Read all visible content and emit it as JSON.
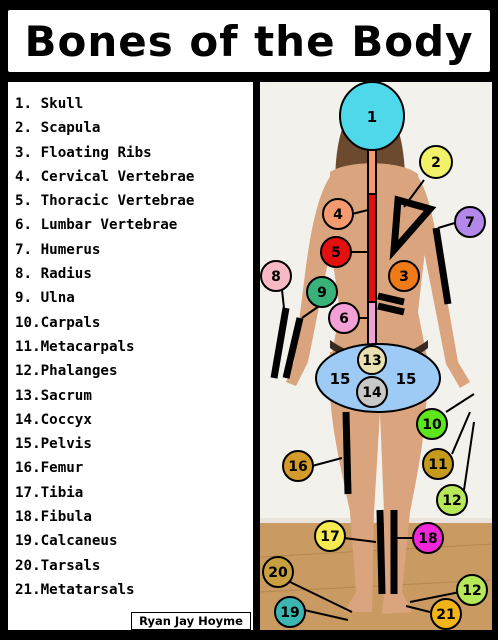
{
  "title": "Bones of the Body",
  "bones": [
    "1. Skull",
    "2. Scapula",
    "3. Floating Ribs",
    "4. Cervical Vertebrae",
    "5. Thoracic Vertebrae",
    "6. Lumbar Vertebrae",
    "7. Humerus",
    "8. Radius",
    "9. Ulna",
    "10.Carpals",
    "11.Metacarpals",
    "12.Phalanges",
    "13.Sacrum",
    "14.Coccyx",
    "15.Pelvis",
    "16.Femur",
    "17.Tibia",
    "18.Fibula",
    "19.Calcaneus",
    "20.Tarsals",
    "21.Metatarsals"
  ],
  "credit": "Ryan Jay Hoyme",
  "markers": {
    "m1": "1",
    "m2": "2",
    "m3": "3",
    "m4": "4",
    "m5": "5",
    "m6": "6",
    "m7": "7",
    "m8": "8",
    "m9": "9",
    "m10": "10",
    "m11": "11",
    "m12a": "12",
    "m12b": "12",
    "m13": "13",
    "m14": "14",
    "m15a": "15",
    "m15b": "15",
    "m16": "16",
    "m17": "17",
    "m18": "18",
    "m19": "19",
    "m20": "20",
    "m21": "21"
  },
  "colors": {
    "skull": "#4fd8ea",
    "scapula": "#f2f26a",
    "floating_ribs": "#f07a18",
    "cervical": "#f59a70",
    "thoracic": "#e41010",
    "lumbar": "#f2a0d6",
    "humerus": "#b488ea",
    "radius": "#f8b8c4",
    "ulna": "#38b27a",
    "carpals": "#5ee61c",
    "metacarpals": "#c69a1c",
    "phalanges": "#b6e85a",
    "sacrum": "#e8e0b0",
    "coccyx": "#c8c8c8",
    "pelvis": "#9ecbf5",
    "femur": "#d49a2c",
    "tibia": "#f5ea50",
    "fibula": "#f026d8",
    "calcaneus": "#3cb6b0",
    "tarsals": "#c9a040",
    "metatarsals": "#f2b418"
  }
}
